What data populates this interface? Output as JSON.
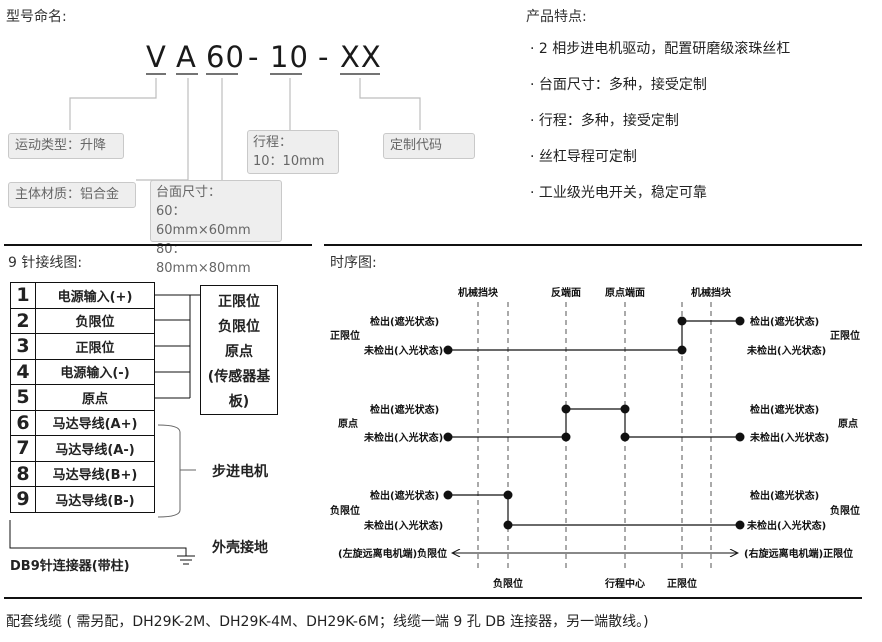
{
  "model_naming": {
    "heading": "型号命名:",
    "code_parts": [
      "V",
      "A",
      "60",
      "-",
      "10",
      "-",
      "XX"
    ],
    "labels": {
      "motion_type": "运动类型：升降",
      "body_material": "主体材质：铝合金",
      "table_size_title": "台面尺寸：",
      "table_size_60": "60：60mm×60mm",
      "table_size_80": "80：80mm×80mm",
      "stroke_title": "行程：",
      "stroke_10": "10：10mm",
      "custom_code": "定制代码"
    }
  },
  "features": {
    "heading": "产品特点:",
    "items": [
      "2 相步进电机驱动，配置研磨级滚珠丝杠",
      "台面尺寸：多种，接受定制",
      "行程：多种，接受定制",
      "丝杠导程可定制",
      "工业级光电开关，稳定可靠"
    ]
  },
  "wiring": {
    "heading": "9 针接线图:",
    "pins": [
      {
        "num": "1",
        "label": "电源输入(+)"
      },
      {
        "num": "2",
        "label": "负限位"
      },
      {
        "num": "3",
        "label": "正限位"
      },
      {
        "num": "4",
        "label": "电源输入(-)"
      },
      {
        "num": "5",
        "label": "原点"
      },
      {
        "num": "6",
        "label": "马达导线(A+)"
      },
      {
        "num": "7",
        "label": "马达导线(A-)"
      },
      {
        "num": "8",
        "label": "马达导线(B+)"
      },
      {
        "num": "9",
        "label": "马达导线(B-)"
      }
    ],
    "sensor_group": [
      "正限位",
      "负限位",
      "原点",
      "(传感器基板)"
    ],
    "motor_label": "步进电机",
    "ground_label": "外壳接地",
    "connector_label": "DB9针连接器(带柱)"
  },
  "timing": {
    "heading": "时序图:",
    "top_labels": [
      "机械挡块",
      "反端面",
      "原点端面",
      "机械挡块"
    ],
    "row_names": [
      "正限位",
      "原点",
      "负限位"
    ],
    "detect": "检出(遮光状态)",
    "undetect": "未检出(入光状态)",
    "arrow_left": "(左旋远离电机端)负限位",
    "arrow_right": "(右旋远离电机端)正限位",
    "bottom_labels": [
      "负限位",
      "行程中心",
      "正限位"
    ]
  },
  "footer": "配套线缆 ( 需另配，DH29K-2M、DH29K-4M、DH29K-6M；线缆一端 9 孔 DB 连接器，另一端散线。)"
}
